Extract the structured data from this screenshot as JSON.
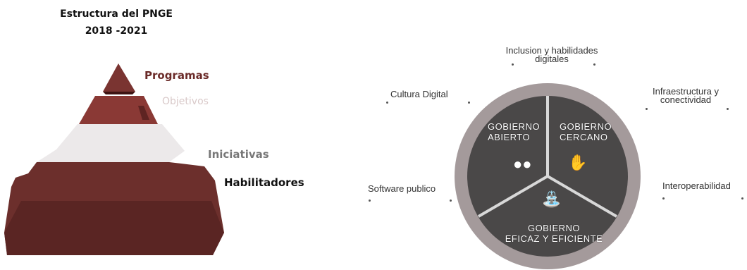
{
  "pyramid": {
    "title_line1": "Estructura del PNGE",
    "title_line2": "2018 -2021",
    "levels": {
      "programas": "Programas",
      "objetivos": "Objetivos",
      "iniciativas": "Iniciativas",
      "habilitadores": "Habilitadores"
    }
  },
  "wheel": {
    "segments": {
      "abierto": "GOBIERNO\nABIERTO",
      "cercano": "GOBIERNO\nCERCANO",
      "eficaz": "GOBIERNO\nEFICAZ Y EFICIENTE"
    },
    "icons": {
      "abierto": "people-icon",
      "cercano": "handshake-icon",
      "eficaz": "government-building-icon"
    },
    "surrounding": {
      "inclusion": "Inclusion y habilidades\ndigitales",
      "cultura": "Cultura Digital",
      "infraestructura": "Infraestructura y\nconectividad",
      "software": "Software publico",
      "interoperabilidad": "Interoperabilidad"
    }
  }
}
